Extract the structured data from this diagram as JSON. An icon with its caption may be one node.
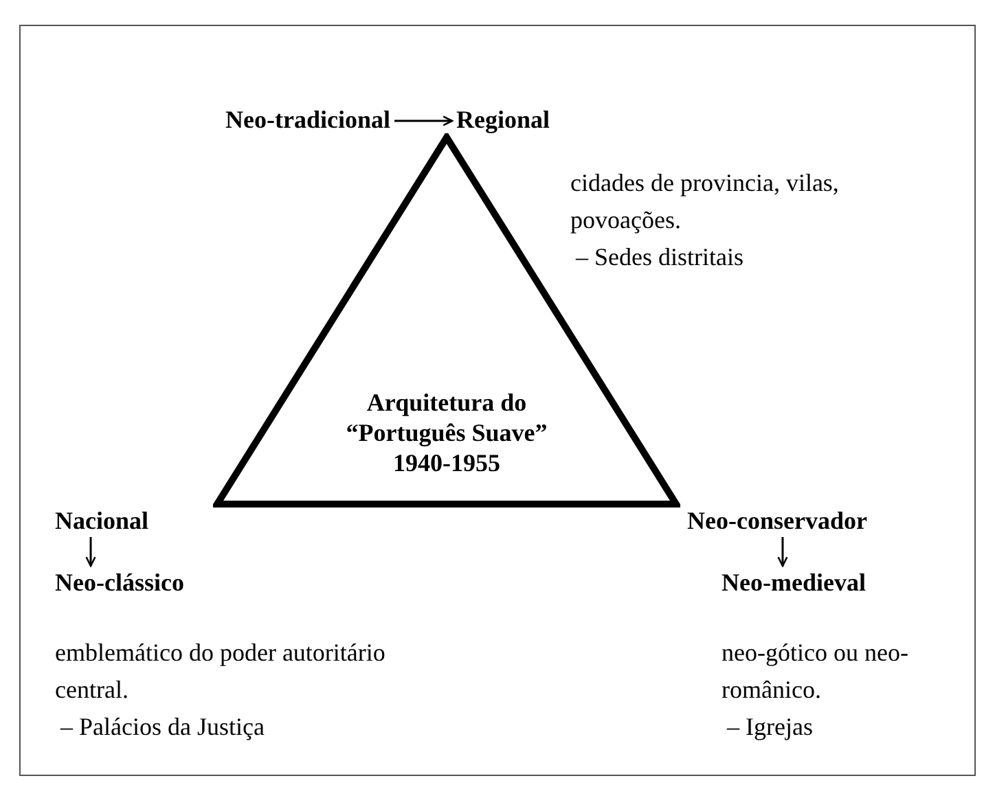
{
  "diagram": {
    "nodes": [
      {
        "text": [
          "Arquitetura do “Português Suave” 1940-1955"
        ]
      },
      {
        "text": [
          "Neo-tradicional"
        ]
      },
      {
        "text": [
          "Regional"
        ],
        "beside": [
          "cidades de provincia, vilas, povoações.",
          "– Sedes distritais"
        ]
      },
      {
        "text": [
          "Nacional"
        ]
      },
      {
        "text": [
          "Neo-clássico"
        ],
        "beside": [
          "emblemático do poder autoritário central.",
          "– Palácios da Justiça"
        ]
      },
      {
        "text": [
          "Neo-conservador"
        ]
      },
      {
        "text": [
          "Neo-medieval"
        ],
        "beside": [
          "neo-gótico ou neo-românico.",
          "– Igrejas"
        ]
      }
    ],
    "edges": [
      {
        "from": 1,
        "to": 2,
        "arrow": "to"
      },
      {
        "from": 3,
        "to": 4,
        "arrow": "to"
      },
      {
        "from": 5,
        "to": 6,
        "arrow": "to"
      }
    ]
  }
}
